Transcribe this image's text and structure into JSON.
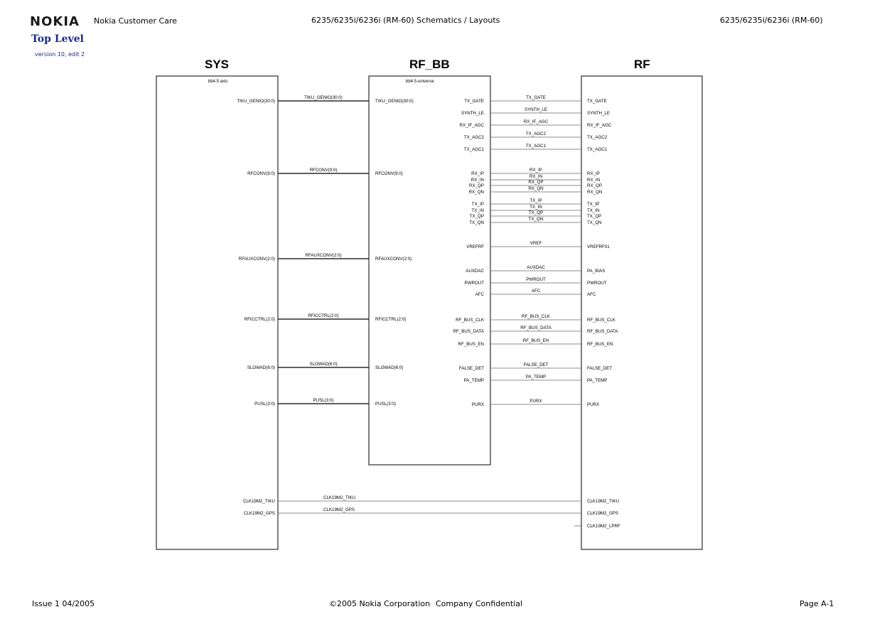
{
  "header": {
    "logo": "NOKIA",
    "brand": "Nokia Customer Care",
    "center": "6235/6235i/6236i (RM-60)  Schematics / Layouts",
    "right": "6235/6235i/6236i (RM-60)"
  },
  "page_title": "Top Level",
  "version": "version 10, edit 2",
  "blocks": {
    "sys": {
      "title": "SYS",
      "sub": "bb4.5 axis"
    },
    "rfbb": {
      "title": "RF_BB",
      "sub": "bb4.5-universe"
    },
    "rf": {
      "title": "RF"
    }
  },
  "sys_rfbb": [
    {
      "sys": "TIKU_GENIO(30:0)",
      "net": "TIKU_GENIO(30:0)",
      "rfbb": "TIKU_GENIO(30:0)"
    },
    {
      "sys": "RFCONV(9:0)",
      "net": "RFCONV(9:0)",
      "rfbb": "RFCONV(9:0)"
    },
    {
      "sys": "RFAUXCONV(2:0)",
      "net": "RFAUXCONV(2:0)",
      "rfbb": "RFAUXCONV(2:0)"
    },
    {
      "sys": "RFICCTRL(2:0)",
      "net": "RFICCTRL(2:0)",
      "rfbb": "RFICCTRL(2:0)"
    },
    {
      "sys": "SLOWAD(6:0)",
      "net": "SLOWAD(6:0)",
      "rfbb": "SLOWAD(6:0)"
    },
    {
      "sys": "PUSL(3:0)",
      "net": "PUSL(3:0)",
      "rfbb": "PUSL(3:0)"
    }
  ],
  "rfbb_rf": [
    {
      "a": "TX_GATE",
      "net": "TX_GATE",
      "b": "TX_GATE"
    },
    {
      "a": "SYNTH_LE",
      "net": "SYNTH_LE",
      "b": "SYNTH_LE"
    },
    {
      "a": "RX_IF_AGC",
      "net": "RX_IF_AGC",
      "b": "RX_IF_AGC"
    },
    {
      "a": "TX_AGC2",
      "net": "TX_AGC2",
      "b": "TX_AGC2"
    },
    {
      "a": "TX_AGC1",
      "net": "TX_AGC1",
      "b": "TX_AGC1"
    },
    {
      "a": "RX_IP",
      "net": "RX_IP",
      "b": "RX_IP"
    },
    {
      "a": "RX_IN",
      "net": "RX_IN",
      "b": "RX_IN"
    },
    {
      "a": "RX_QP",
      "net": "RX_QP",
      "b": "RX_QP"
    },
    {
      "a": "RX_QN",
      "net": "RX_QN",
      "b": "RX_QN"
    },
    {
      "a": "TX_IP",
      "net": "TX_IP",
      "b": "TX_IP"
    },
    {
      "a": "TX_IN",
      "net": "TX_IN",
      "b": "TX_IN"
    },
    {
      "a": "TX_QP",
      "net": "TX_QP",
      "b": "TX_QP"
    },
    {
      "a": "TX_QN",
      "net": "TX_QN",
      "b": "TX_QN"
    },
    {
      "a": "VREFRF",
      "net": "VREF",
      "b": "VREFRF01"
    },
    {
      "a": "AUXDAC",
      "net": "AUXDAC",
      "b": "PA_BIAS"
    },
    {
      "a": "PWROUT",
      "net": "PWROUT",
      "b": "PWROUT"
    },
    {
      "a": "AFC",
      "net": "AFC",
      "b": "AFC"
    },
    {
      "a": "RF_BUS_CLK",
      "net": "RF_BUS_CLK",
      "b": "RF_BUS_CLK"
    },
    {
      "a": "RF_BUS_DATA",
      "net": "RF_BUS_DATA",
      "b": "RF_BUS_DATA"
    },
    {
      "a": "RF_BUS_EN",
      "net": "RF_BUS_EN",
      "b": "RF_BUS_EN"
    },
    {
      "a": "FALSE_DET",
      "net": "FALSE_DET",
      "b": "FALSE_DET"
    },
    {
      "a": "PA_TEMP",
      "net": "PA_TEMP",
      "b": "PA_TEMP"
    },
    {
      "a": "PURX",
      "net": "PURX",
      "b": "PURX"
    }
  ],
  "sys_rf": [
    {
      "sys": "CLK19M2_TIKU",
      "net": "CLK19M2_TIKU",
      "rf": "CLK19M2_TIKU"
    },
    {
      "sys": "CLK19M2_GPS",
      "net": "CLK19M2_GPS",
      "rf": "CLK19M2_GPS"
    }
  ],
  "rf_only": [
    "CLK19M2_LPRF"
  ],
  "footer": {
    "issue": "Issue 1 04/2005",
    "copyright": "©2005 Nokia Corporation",
    "confidential": "Company Confidential",
    "page": "Page A-1"
  }
}
